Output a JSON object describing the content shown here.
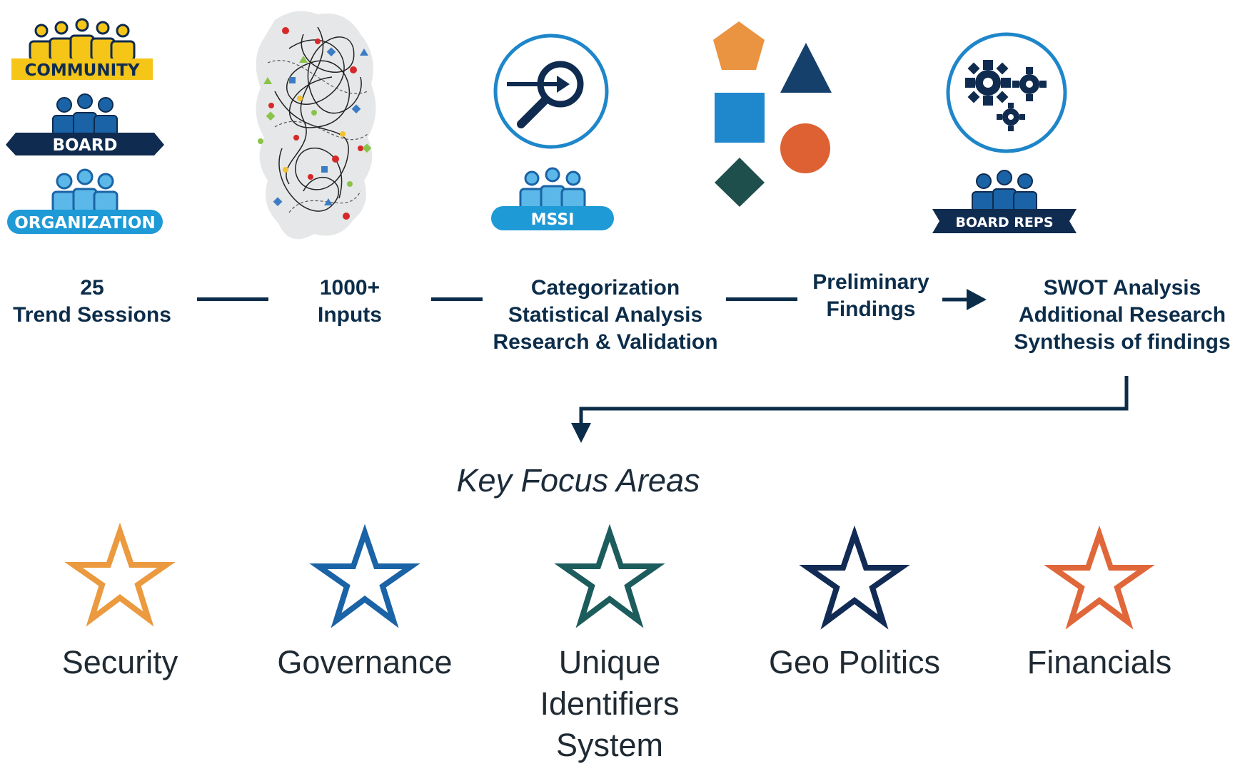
{
  "stages": [
    {
      "id": "trend-sessions",
      "badges": [
        "COMMUNITY",
        "BOARD",
        "ORGANIZATION"
      ],
      "lines": [
        "25",
        "Trend Sessions"
      ]
    },
    {
      "id": "inputs",
      "lines": [
        "1000+",
        "Inputs"
      ]
    },
    {
      "id": "categorization",
      "badge": "MSSI",
      "lines": [
        "Categorization",
        "Statistical Analysis",
        "Research & Validation"
      ]
    },
    {
      "id": "preliminary",
      "lines": [
        "Preliminary",
        "Findings"
      ]
    },
    {
      "id": "swot",
      "badge": "BOARD REPS",
      "lines": [
        "SWOT Analysis",
        "Additional Research",
        "Synthesis of findings"
      ]
    }
  ],
  "key_focus": {
    "title": "Key Focus Areas",
    "areas": [
      {
        "lines": [
          "Security"
        ],
        "color": "#eb9a3f"
      },
      {
        "lines": [
          "Governance"
        ],
        "color": "#1a63a6"
      },
      {
        "lines": [
          "Unique",
          "Identifiers",
          "System"
        ],
        "color": "#1d5c5c"
      },
      {
        "lines": [
          "Geo Politics"
        ],
        "color": "#112b55"
      },
      {
        "lines": [
          "Financials"
        ],
        "color": "#e0673a"
      }
    ]
  },
  "colors": {
    "navy": "#0c2d4a",
    "community_yellow": "#f5c518",
    "board_navy": "#0f2b4f",
    "organization_blue": "#1e9ad6",
    "light_blue": "#5bb8e8",
    "shape_orange": "#ea9340",
    "shape_navy": "#15406b",
    "shape_blue": "#1f87cc",
    "shape_red": "#dd6132",
    "shape_teal": "#1f4f4c"
  },
  "icons": [
    "community-people-icon",
    "board-people-icon",
    "organization-people-icon",
    "scribble-network-icon",
    "magnifier-arrow-icon",
    "mssi-people-icon",
    "shapes-cluster-icon",
    "gears-icon",
    "board-reps-people-icon",
    "star-icon"
  ]
}
